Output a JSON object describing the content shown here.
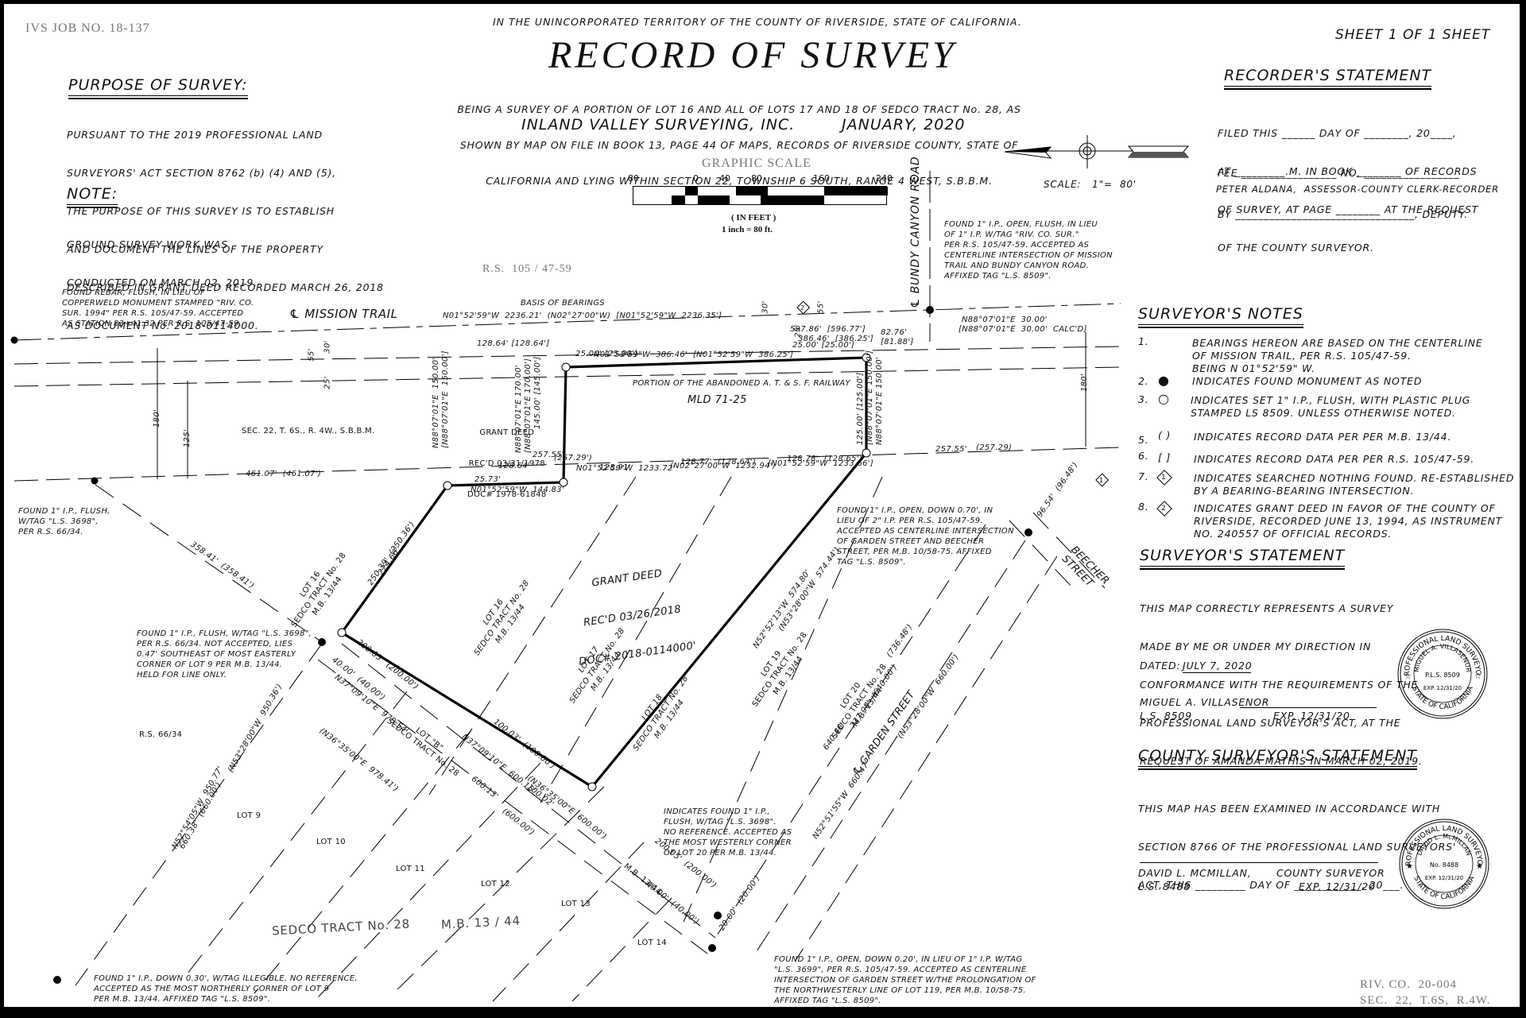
{
  "header": {
    "job_no": "IVS JOB NO. 18-137",
    "territory": "IN THE UNINCORPORATED TERRITORY OF THE COUNTY OF RIVERSIDE, STATE OF CALIFORNIA.",
    "title": "RECORD OF SURVEY",
    "description": [
      "BEING A SURVEY OF A PORTION OF LOT 16 AND ALL OF LOTS 17 AND 18 OF SEDCO TRACT No. 28, AS",
      "SHOWN BY MAP ON FILE IN BOOK 13, PAGE 44 OF MAPS, RECORDS OF RIVERSIDE COUNTY, STATE OF",
      "CALIFORNIA AND LYING WITHIN SECTION 22, TOWNSHIP 6 SOUTH, RANGE 4 WEST, S.B.B.M."
    ],
    "company": "INLAND VALLEY SURVEYING, INC.",
    "date": "JANUARY, 2020",
    "sheet": "SHEET 1 OF 1 SHEET"
  },
  "purpose": {
    "heading": "PURPOSE OF SURVEY:",
    "lines": [
      "PURSUANT TO THE 2019 PROFESSIONAL LAND",
      "SURVEYORS' ACT SECTION 8762 (b) (4) AND (5),",
      "THE PURPOSE OF THIS SURVEY IS TO ESTABLISH",
      "AND DOCUMENT THE LINES OF THE PROPERTY",
      "DESCRIBED IN GRANT DEED RECORDED MARCH 26, 2018",
      "AS DOCUMENT No. 2018-0114000."
    ]
  },
  "note": {
    "heading": "NOTE:",
    "lines": [
      "GROUND SURVEY WORK WAS",
      "CONDUCTED ON MARCH 02, 2019."
    ]
  },
  "graphic_scale": {
    "title": "GRAPHIC SCALE",
    "ticks": [
      "80",
      "0",
      "40",
      "80",
      "160",
      "240"
    ],
    "units": "( IN FEET )",
    "ratio": "1 inch = 80 ft."
  },
  "north_arrow": {
    "scale_text": "SCALE:   1\"=  80'"
  },
  "recorder": {
    "heading": "RECORDER'S STATEMENT",
    "lines": [
      "FILED THIS ______ DAY OF ________, 20____,",
      "AT _________.M. IN BOOK ________ OF RECORDS",
      "OF SURVEY, AT PAGE ________ AT THE REQUEST",
      "OF THE COUNTY SURVEYOR."
    ],
    "fee_line": "FEE _________________ NO. _________________",
    "recorder_name": "PETER ALDANA,  ASSESSOR-COUNTY CLERK-RECORDER",
    "by_line": "BY ________________________________, DEPUTY."
  },
  "surveyor_notes": {
    "heading": "SURVEYOR'S NOTES",
    "items": [
      {
        "num": "1.",
        "symbol": "",
        "text": "BEARINGS HEREON ARE BASED ON THE CENTERLINE\nOF MISSION TRAIL, PER R.S. 105/47-59.\nBEING N 01°52'59\" W."
      },
      {
        "num": "2.",
        "symbol": "●",
        "text": "INDICATES FOUND MONUMENT AS NOTED"
      },
      {
        "num": "3.",
        "symbol": "○",
        "text": "INDICATES SET 1\" I.P., FLUSH, WITH PLASTIC PLUG\nSTAMPED LS 8509. UNLESS OTHERWISE NOTED."
      },
      {
        "num": "5.",
        "symbol": "( )",
        "text": "INDICATES RECORD DATA PER PER M.B. 13/44."
      },
      {
        "num": "6.",
        "symbol": "[ ]",
        "text": "INDICATES RECORD DATA PER PER R.S. 105/47-59."
      },
      {
        "num": "7.",
        "symbol": "1",
        "text": "INDICATES SEARCHED NOTHING FOUND. RE-ESTABLISHED\nBY A BEARING-BEARING INTERSECTION."
      },
      {
        "num": "8.",
        "symbol": "2",
        "text": "INDICATES GRANT DEED IN FAVOR OF THE COUNTY OF\nRIVERSIDE, RECORDED JUNE 13, 1994, AS INSTRUMENT\nNO. 240557 OF OFFICIAL RECORDS."
      }
    ]
  },
  "surveyor_statement": {
    "heading": "SURVEYOR'S STATEMENT",
    "lines": [
      "THIS MAP CORRECTLY REPRESENTS A SURVEY",
      "MADE BY ME OR UNDER MY DIRECTION IN",
      "CONFORMANCE WITH THE REQUIREMENTS OF THE",
      "PROFESSIONAL LAND SURVEYOR'S ACT, AT THE",
      "REQUEST OF AMANDA MATHIS IN MARCH 02, 2019."
    ],
    "dated_label": "DATED:",
    "dated_value": "JULY 7, 2020",
    "name": "MIGUEL A. VILLASENOR",
    "license": "L.S. 8509",
    "exp": "EXP. 12/31/20",
    "seal": {
      "top": "PROFESSIONAL LAND SURVEYOR",
      "name": "MIGUEL A. VILLASENOR",
      "number": "P.L.S. 8509",
      "exp": "EXP. 12/31/20",
      "bottom": "STATE OF CALIFORNIA"
    }
  },
  "county_statement": {
    "heading": "COUNTY SURVEYOR'S STATEMENT",
    "lines": [
      "THIS MAP HAS BEEN EXAMINED IN ACCORDANCE WITH",
      "SECTION 8766 OF THE PROFESSIONAL LAND SURVEYORS'",
      "ACT, THIS _________ DAY OF ____________, 20___."
    ],
    "name": "DAVID L. MCMILLAN,",
    "title": "COUNTY SURVEYOR",
    "license": "L.S. 8488",
    "exp": "EXP. 12/31/20",
    "seal": {
      "top": "PROFESSIONAL LAND SURVEYOR",
      "name": "DAVID L. McMILLAN",
      "number": "No. 8488",
      "exp": "EXP. 12/31/20",
      "bottom": "STATE OF CALIFORNIA"
    }
  },
  "footer": {
    "riv_co": "RIV. CO.  20-004",
    "section": "SEC.  22,  T.6S,  R.4W."
  },
  "map": {
    "rs_ref": "R.S.  105 / 47-59",
    "mission_trail": "℄ MISSION TRAIL",
    "bundy_canyon": "℄ BUNDY CANYON ROAD",
    "garden_street": "℄ GARDEN STREET",
    "beecher_street": [
      "BEECHER",
      "STREET"
    ],
    "basis_of_bearings": "BASIS OF BEARINGS",
    "bearing_main": "N01°52'59\"W  2236.21'  (N02°27'00\"W)  [N01°52'59\"W  2236.35']",
    "section_label": "SEC. 22, T. 6S., R. 4W., S.B.B.M.",
    "railway": "PORTION OF THE ABANDONED A. T. & S. F. RAILWAY",
    "mld": "MLD 71-25",
    "grant_deed_1978": [
      "GRANT DEED",
      "REC'D 03/31/1978",
      "DOC# 1978-61848"
    ],
    "grant_deed_2018": [
      "GRANT DEED",
      "REC'D 03/26/2018",
      "DOC# 2018-0114000'"
    ],
    "rs_66": "R.S. 66/34",
    "sedco": "SEDCO TRACT No. 28",
    "mb": "M.B. 13 / 44",
    "mb_small": "M.B. 13/44",
    "lots": [
      "LOT 9",
      "LOT 10",
      "LOT 11",
      "LOT 12",
      "LOT 13",
      "LOT 14"
    ],
    "lot_labels_rot": [
      {
        "lot": "LOT 16",
        "tract": "SEDCO TRACT No. 28",
        "mb": "M.B. 13/44"
      },
      {
        "lot": "LOT 16",
        "tract": "SEDCO TRACT No. 28",
        "mb": "M.B. 13/44"
      },
      {
        "lot": "LOT 17",
        "tract": "SEDCO TRACT No. 28",
        "mb": "M.B. 13/44"
      },
      {
        "lot": "LOT 18",
        "tract": "SEDCO TRACT No. 28",
        "mb": "M.B. 13/44"
      },
      {
        "lot": "LOT 19",
        "tract": "SEDCO TRACT No. 28",
        "mb": "M.B. 13/44"
      },
      {
        "lot": "LOT 20",
        "tract": "SEDCO TRACT No. 28",
        "mb": "M.B. 13/44"
      }
    ],
    "lot_b": [
      "LOT \"B\"",
      "SEDCO TRACT No. 28"
    ],
    "dims": {
      "d597": "597.86'  [596.77']",
      "d386top": "386.46'  [386.25']",
      "d386b": "N01°52'59\"W  386.46'  [N01°52'59\"W  386.25']",
      "d25a": "25.00' [25.00']",
      "d25b": "25.00' [25.00']",
      "d128a": "128.64' [128.64']",
      "d82": "82.76'",
      "d81": "[81.88']",
      "n88a": "N88°07'01\"E  30.00'",
      "n88b": "[N88°07'01\"E  30.00'  CALC'D]",
      "d1233": "N01°52'59\"W  1233.72'",
      "d1232": "(N02°27'00\"W  1232.94')",
      "d1233b": "[N01°52'59\"W  1233.66']",
      "d128b": "128.64'",
      "d257a": "257.55'",
      "d257b": "(257.29')",
      "d12891": "128.91'",
      "d12877": "128.77'  (128.64')",
      "d12878": "128.78'  (128.65')",
      "d2575r": "257.55'",
      "d2572r": "(257.29)",
      "d461": "461.07'  (461.07')",
      "d2573": "25.73'",
      "d14483": "N01°52'59\"W  144.83'",
      "d358": "358.41'  (358.41')",
      "d250": "250.39'  (250.36')",
      "d224": "224.66'",
      "d200a": "200.05'  (200.00')",
      "d40a": "40.00'  (40.00')",
      "n37a": "N37°09'10\"E  978.54'",
      "n36a": "(N36°35'00\"E  978.41')",
      "d100a": "100.03'  (100.00')",
      "d600a": "N37°09'10\"E  600.15'",
      "d600b": "600.13'",
      "d100b": "100.02'",
      "n36b": "(N36°35'00\"E  600.00')",
      "d600c": "(600.00')",
      "n52a": "N52°52'13\"W  574.80'",
      "n53a": "(N53°28'00\"W  574.44')",
      "n52b": "N52°51'55\"W  660.47'",
      "n53b": "(N53°28'00\"W  660.00')",
      "d640": "640.46'",
      "d737": "737.00'  (640.00')",
      "d736": "(736.48')",
      "n52c": "N52°54'05\"W  950.77'",
      "d660": "660.38'  (660.00')",
      "n53c": "(N53°28'00\"W  950.36')",
      "d96": "96.54'  (96.48')",
      "d20": "20.00'  (20.00')",
      "d200b": "200.05'  (200.00')",
      "d40b": "40.00'  (40.00')",
      "d180": "180'",
      "d125": "125'",
      "d55": "55'",
      "d30": "30'",
      "d25": "25'",
      "d145": "145.00' [145.00']",
      "n88c": "N88°07'01\"E 170.00'",
      "n88d": "[N88°07'01\"E 170.00']",
      "n88e": "N88°07'01\"E  150.00'",
      "n88f": "[N88°07'01\"E  150.00']",
      "d125r": "125.00' [125.00']",
      "n88g": "[N88°07'01\"E 150.00']",
      "n88h": "N88°07'01\"E 150.00'"
    },
    "callouts": {
      "rebar": "FOUND REBAR, FLUSH, IN LIEU OF\nCOPPERWELD MONUMENT STAMPED \"RIV. CO.\nSUR. 1994\" PER R.S. 105/47-59. ACCEPTED\nAS STATION 83+41.32 PER R.S. 105/47-59.",
      "bundy": "FOUND 1\" I.P., OPEN, FLUSH, IN LIEU\nOF 1\" I.P. W/TAG \"RIV. CO. SUR.\"\nPER R.S. 105/47-59. ACCEPTED AS\nCENTERLINE INTERSECTION OF MISSION\nTRAIL AND BUNDY CANYON ROAD.\nAFFIXED TAG \"L.S. 8509\".",
      "flush3698": "FOUND 1\" I.P., FLUSH,\nW/TAG \"L.S. 3698\",\nPER R.S. 66/34.",
      "notaccepted": "FOUND 1\" I.P., FLUSH, W/TAG \"L.S. 3698\",\nPER R.S. 66/34. NOT ACCEPTED, LIES\n0.47' SOUTHEAST OF MOST EASTERLY\nCORNER OF LOT 9 PER M.B. 13/44.\nHELD FOR LINE ONLY.",
      "garden_beecher": "FOUND 1\" I.P., OPEN, DOWN 0.70', IN\nLIEU OF 2\" I.P. PER R.S. 105/47-59.\nACCEPTED AS CENTERLINE INTERSECTION\nOF GARDEN STREET AND BEECHER\nSTREET, PER M.B. 10/58-75. AFFIXED\nTAG \"L.S. 8509\".",
      "lot20": "INDICATES FOUND 1\" I.P.,\nFLUSH, W/TAG \"L.S. 3698\".\nNO REFERENCE. ACCEPTED AS\nTHE MOST WESTERLY CORNER\nOF LOT 20 PER M.B. 13/44.",
      "lot119": "FOUND 1\" I.P., OPEN, DOWN 0.20', IN LIEU OF 1\" I.P. W/TAG\n\"L.S. 3699\", PER R.S. 105/47-59. ACCEPTED AS CENTERLINE\nINTERSECTION OF GARDEN STREET W/THE PROLONGATION OF\nTHE NORTHWESTERLY LINE OF LOT 119, PER M.B. 10/58-75.\nAFFIXED TAG \"L.S. 8509\".",
      "lot9": "FOUND 1\" I.P., DOWN 0.30', W/TAG ILLEGIBLE. NO REFERENCE.\nACCEPTED AS THE MOST NORTHERLY CORNER OF LOT 9\nPER M.B. 13/44. AFFIXED TAG \"L.S. 8509\"."
    }
  }
}
